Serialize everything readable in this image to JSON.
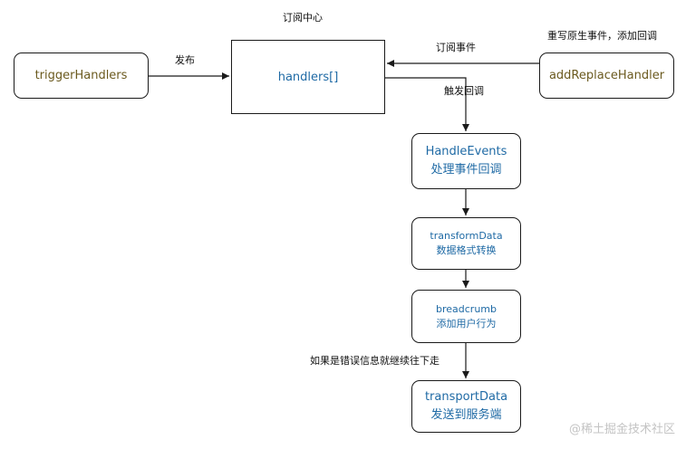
{
  "nodes": {
    "trigger_handlers": "triggerHandlers",
    "handlers": "handlers[]",
    "add_replace_handler": "addReplaceHandler",
    "handle_events": {
      "title": "HandleEvents",
      "subtitle": "处理事件回调"
    },
    "transform_data": {
      "title": "transformData",
      "subtitle": "数据格式转换"
    },
    "breadcrumb": {
      "title": "breadcrumb",
      "subtitle": "添加用户行为"
    },
    "transport_data": {
      "title": "transportData",
      "subtitle": "发送到服务端"
    }
  },
  "labels": {
    "subscription_center": "订阅中心",
    "publish": "发布",
    "subscribe_event": "订阅事件",
    "rewrite_native": "重写原生事件，添加回调",
    "trigger_callback": "触发回调",
    "if_error": "如果是错误信息就继续往下走"
  },
  "watermark": "@稀土掘金技术社区",
  "colors": {
    "node_title": "#1f6aa5",
    "side_node_text": "#6b5a1f",
    "border": "#1a1a1a"
  }
}
